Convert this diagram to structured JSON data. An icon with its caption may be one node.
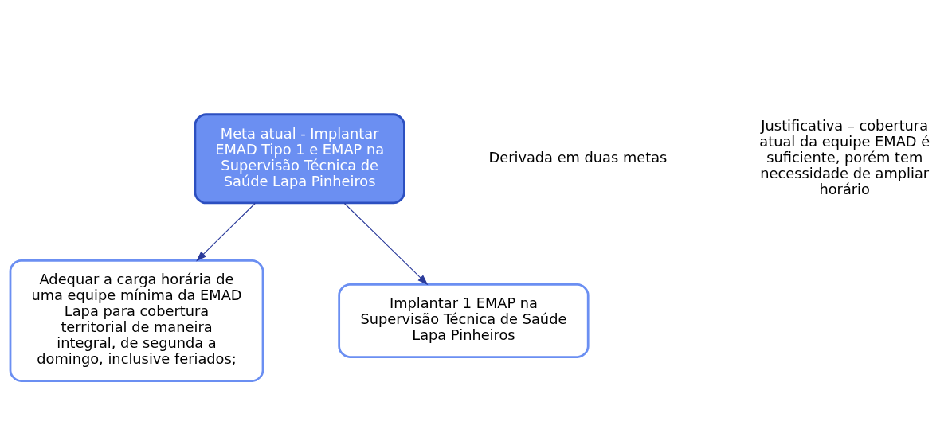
{
  "diagram": {
    "nodes": [
      {
        "text": [
          "Meta atual - Implantar EMAD Tipo 1 e EMAP na Supervisão Técnica de Saúde Lapa Pinheiros"
        ]
      },
      {
        "text": [
          "Adequar a carga horária de uma equipe mínima da EMAD Lapa para cobertura territorial de maneira integral, de segunda a domingo, inclusive feriados;"
        ]
      },
      {
        "text": [
          "Implantar 1 EMAP na Supervisão Técnica de Saúde Lapa Pinheiros"
        ]
      }
    ],
    "edges": [
      {
        "from": 0,
        "to": 1,
        "arrow": "to"
      },
      {
        "from": 0,
        "to": 2,
        "arrow": "to"
      }
    ],
    "labels": [
      "Derivada em duas metas",
      "Justificativa – cobertura atual da equipe EMAD é suficiente, porém tem necessidade de ampliar horário"
    ]
  }
}
